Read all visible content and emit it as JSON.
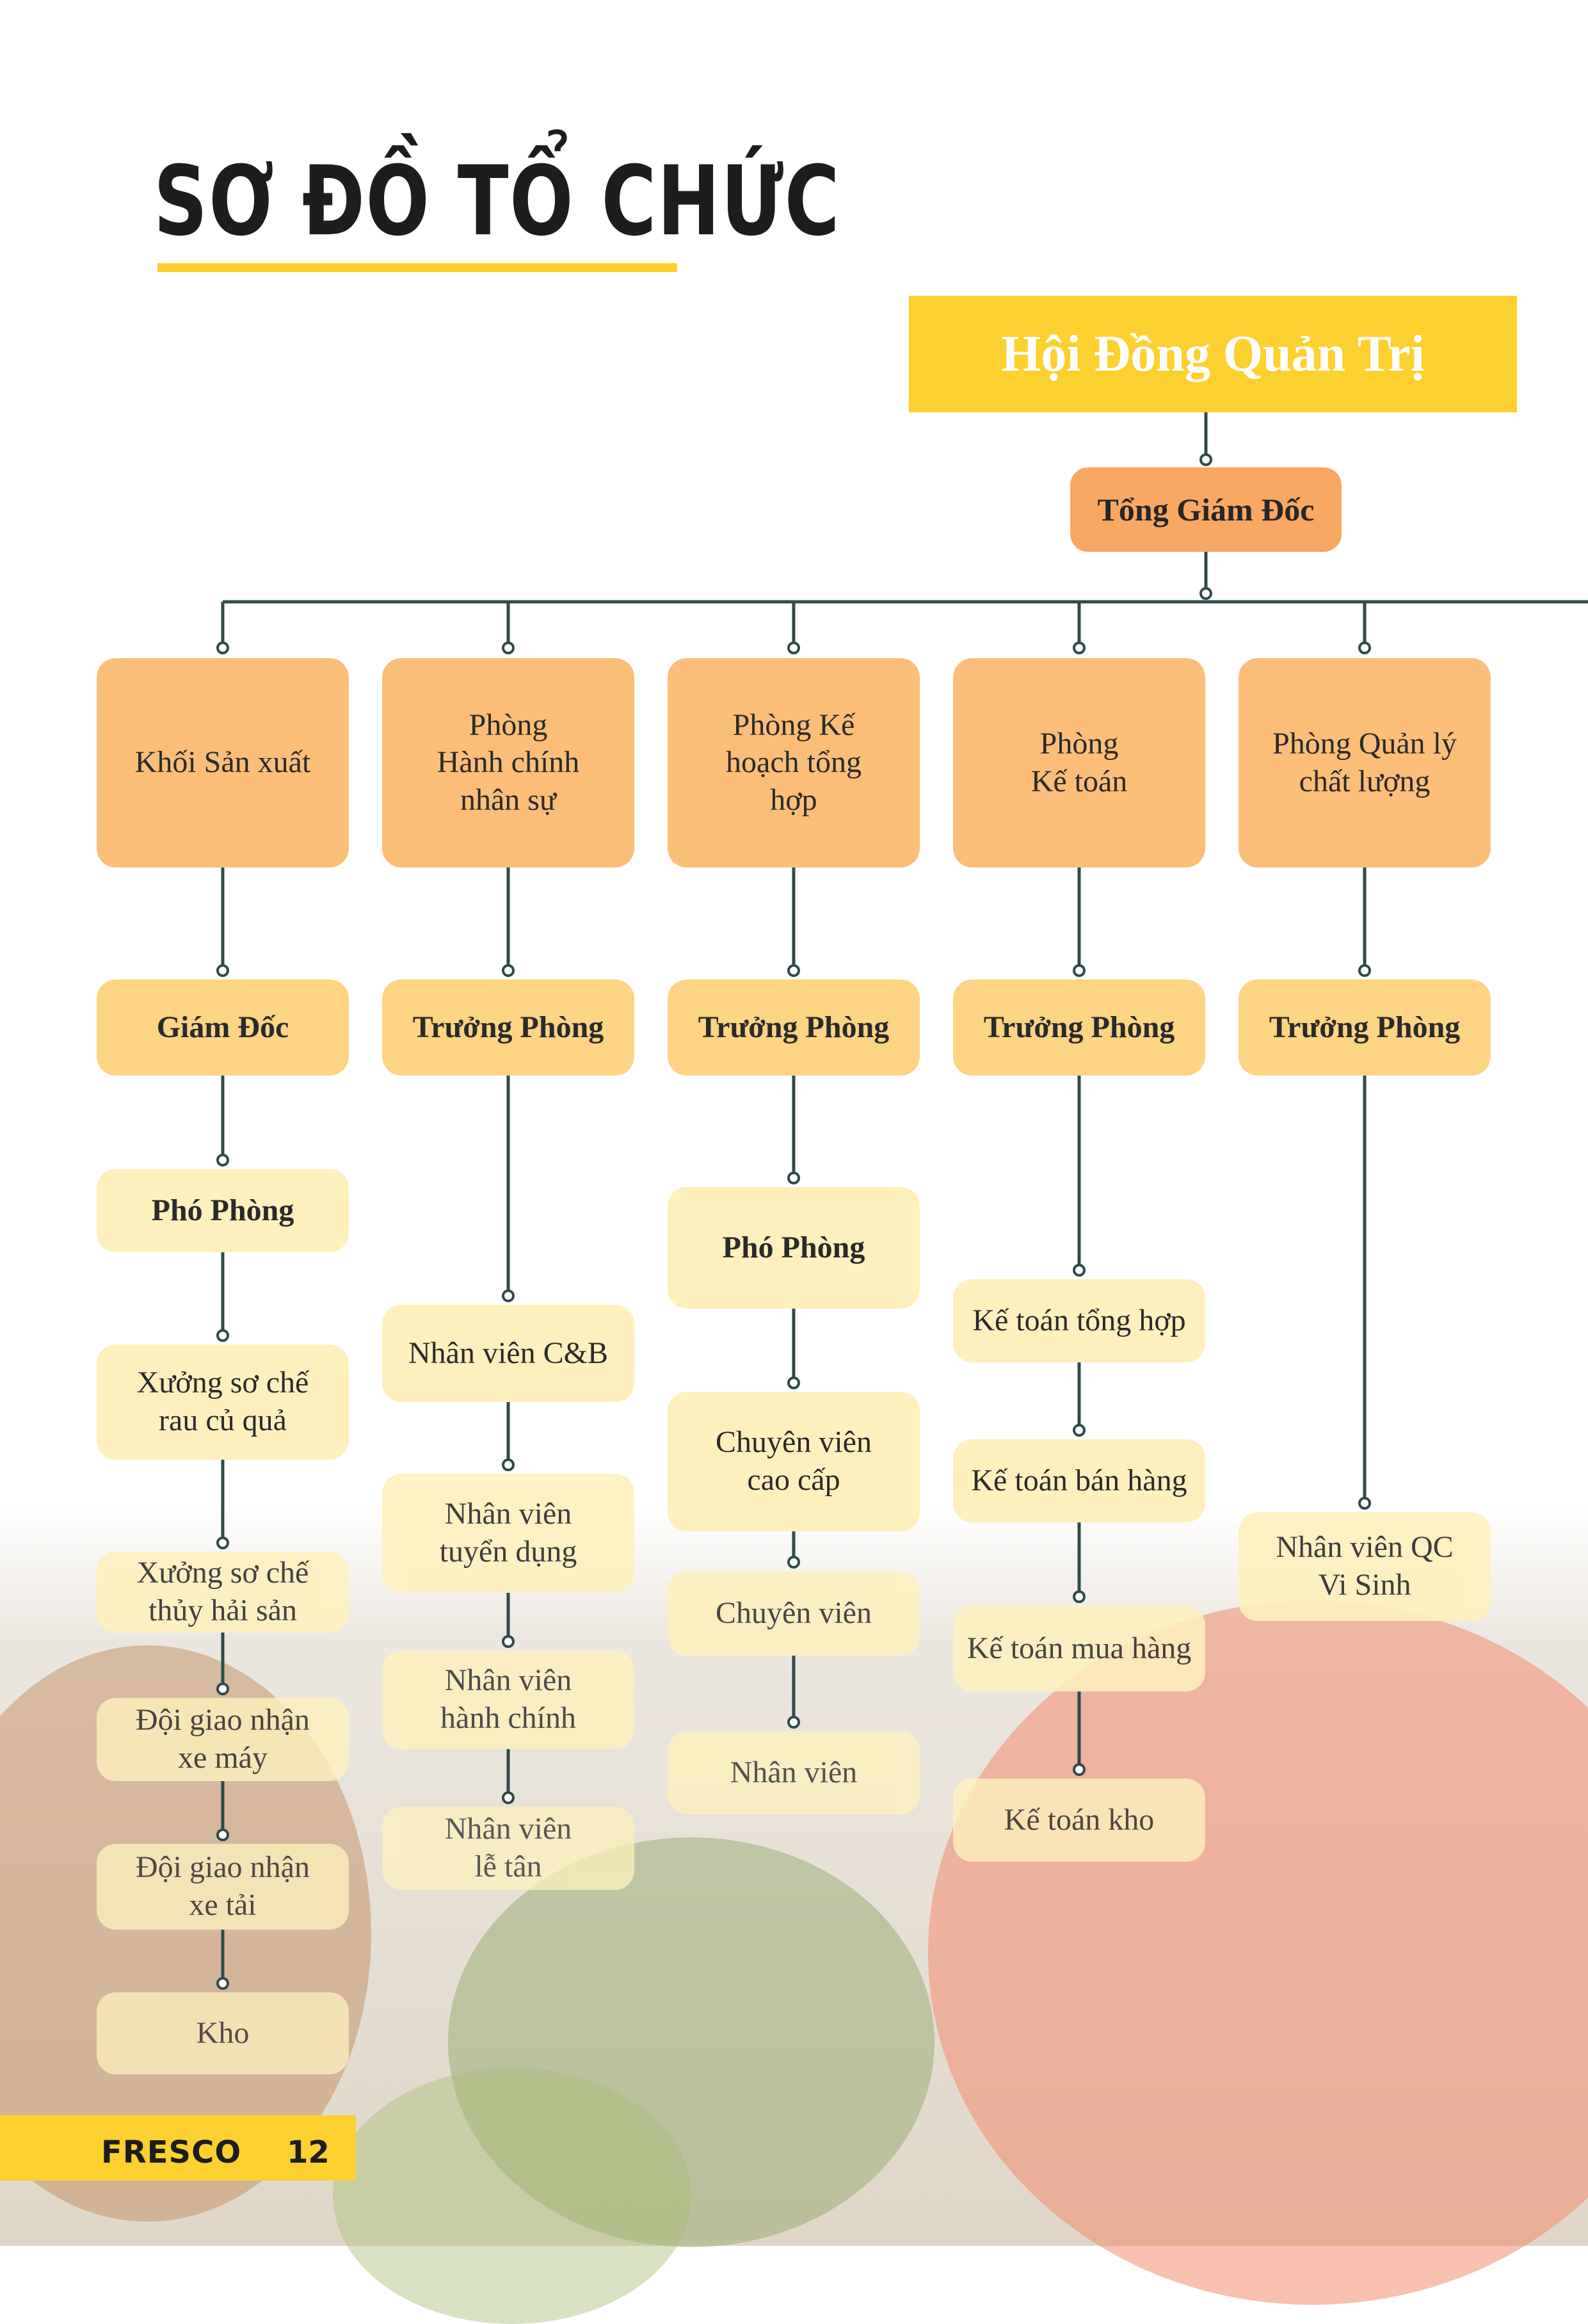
{
  "title": "SƠ ĐỒ TỔ CHỨC",
  "board": "Hội Đồng Quản Trị",
  "ceo": "Tổng Giám Đốc",
  "columns": [
    {
      "dept": "Khối Sản xuất",
      "head": "Giám Đốc",
      "items": [
        "Phó Phòng",
        "Xưởng sơ chế\nrau củ quả",
        "Xưởng sơ chế\nthủy hải sản",
        "Đội giao nhận\nxe máy",
        "Đội giao nhận\nxe tải",
        "Kho"
      ]
    },
    {
      "dept": "Phòng\nHành chính\nnhân sự",
      "head": "Trưởng Phòng",
      "items": [
        "Nhân viên C&B",
        "Nhân viên\ntuyển dụng",
        "Nhân viên\nhành chính",
        "Nhân viên\nlễ tân"
      ]
    },
    {
      "dept": "Phòng Kế\nhoạch tổng\nhợp",
      "head": "Trưởng Phòng",
      "items": [
        "Phó Phòng",
        "Chuyên viên\ncao cấp",
        "Chuyên viên",
        "Nhân viên"
      ]
    },
    {
      "dept": "Phòng\nKế toán",
      "head": "Trưởng Phòng",
      "items": [
        "Kế toán tổng hợp",
        "Kế toán bán hàng",
        "Kế toán mua hàng",
        "Kế toán kho"
      ]
    },
    {
      "dept": "Phòng Quản lý\nchất lượng",
      "head": "Trưởng Phòng",
      "items": [
        "Nhân viên QC\nVi Sinh"
      ]
    }
  ],
  "footer": {
    "brand": "FRESCO",
    "page": "12"
  },
  "colors": {
    "accent_yellow": "#fcd02f",
    "ceo_orange": "#f8a862",
    "dept_orange": "#fbbe79",
    "head_yellow": "#fdd384",
    "sub_cream": "#fef0bc",
    "line": "#2f4a48"
  }
}
